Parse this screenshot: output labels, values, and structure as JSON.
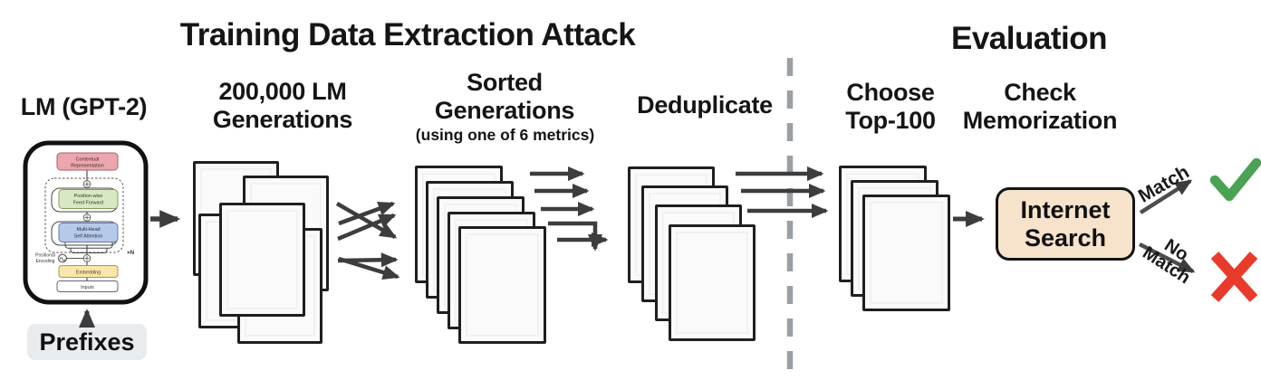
{
  "section_attack": {
    "title": "Training Data Extraction Attack",
    "lm": {
      "label": "LM (GPT-2)",
      "prefixes_label": "Prefixes",
      "diagram": {
        "contextual_l1": "Contextual",
        "contextual_l2": "Representation",
        "ff_l1": "Position-wise",
        "ff_l2": "Feed Forward",
        "attn_l1": "Multi-Head",
        "attn_l2": "Self Attention",
        "pos_l1": "Positional",
        "pos_l2": "Encoding",
        "embedding": "Embedding",
        "inputs": "Inputs",
        "repeat_note": "×N"
      }
    },
    "generations": {
      "label_l1": "200,000 LM",
      "label_l2": "Generations"
    },
    "sorted": {
      "label_l1": "Sorted",
      "label_l2": "Generations",
      "note": "(using one of 6 metrics)"
    },
    "dedup": {
      "label": "Deduplicate"
    }
  },
  "section_eval": {
    "title": "Evaluation",
    "top100": {
      "label_l1": "Choose",
      "label_l2": "Top-100"
    },
    "check": {
      "label_l1": "Check",
      "label_l2": "Memorization"
    },
    "internet_search": {
      "label_l1": "Internet",
      "label_l2": "Search"
    },
    "outcomes": {
      "match": "Match",
      "no_match_l1": "No",
      "no_match_l2": "Match"
    }
  },
  "colors": {
    "arrow": "#3d3d3d",
    "divider": "#9aa0a4",
    "doc_border": "#1f1f1f",
    "doc_fill": "#fafafa",
    "check_green": "#4aa254",
    "cross_red": "#e83b2c",
    "internet_search_fill": "#f7e3cb",
    "prefixes_fill": "#e9ecee",
    "lm_contextual_fill": "#eca6ae",
    "lm_feedforward_fill": "#d8e8c2",
    "lm_attention_fill": "#b6c9e9",
    "lm_embedding_fill": "#f8e7a9"
  }
}
